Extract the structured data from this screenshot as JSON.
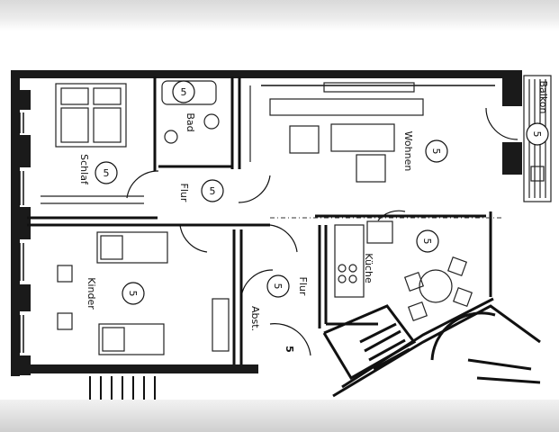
{
  "rooms": {
    "schlaf": "Schlaf",
    "bad": "Bad",
    "flur_top": "Flur",
    "wohnen": "Wohnen",
    "kinder": "Kinder",
    "flur_mid": "Flur",
    "kueche": "Küche",
    "abst": "Abst.",
    "balkon": "Balkon"
  },
  "markers": {
    "schlaf": "5",
    "bad": "5",
    "flur_top": "5",
    "wohnen": "5",
    "kinder": "5",
    "flur_mid": "5",
    "kueche": "5",
    "balkon": "5",
    "stair": "5"
  }
}
